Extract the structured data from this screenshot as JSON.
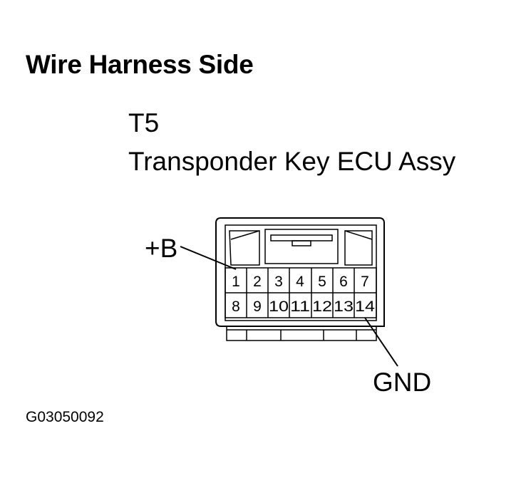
{
  "heading": "Wire Harness Side",
  "connector": {
    "code": "T5",
    "name": "Transponder Key ECU Assy",
    "pins_row1": [
      "1",
      "2",
      "3",
      "4",
      "5",
      "6",
      "7"
    ],
    "pins_row2": [
      "8",
      "9",
      "10",
      "11",
      "12",
      "13",
      "14"
    ]
  },
  "callouts": {
    "power": "+B",
    "ground": "GND"
  },
  "figure_id": "G03050092"
}
